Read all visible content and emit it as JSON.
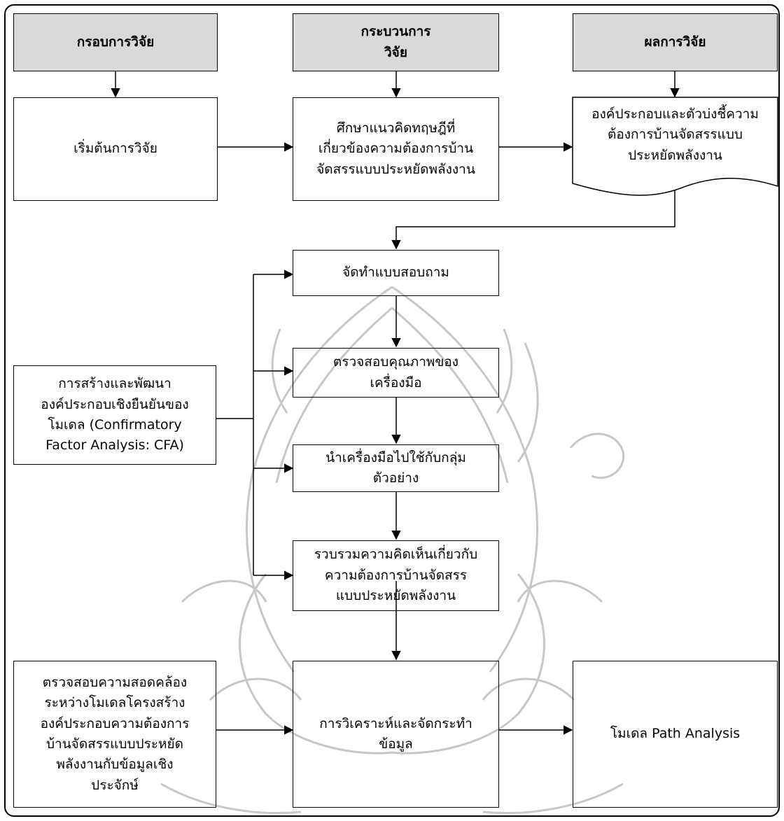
{
  "headers": {
    "framework": "กรอบการวิจัย",
    "process": "กระบวนการ\nวิจัย",
    "results": "ผลการวิจัย"
  },
  "boxes": {
    "start": "เริ่มต้นการวิจัย",
    "study": "ศึกษาแนวคิดทฤษฎีที่\nเกี่ยวข้องความต้องการบ้าน\nจัดสรรแบบประหยัดพลังงาน",
    "components": "องค์ประกอบและตัวบ่งชี้ความ\nต้องการบ้านจัดสรรแบบ\nประหยัดพลังงาน",
    "questionnaire": "จัดทำแบบสอบถาม",
    "quality": "ตรวจสอบคุณภาพของ\nเครื่องมือ",
    "apply": "นำเครื่องมือไปใช้กับกลุ่ม\nตัวอย่าง",
    "collect": "รวบรวมความคิดเห็นเกี่ยวกับ\nความต้องการบ้านจัดสรร\nแบบประหยัดพลังงาน",
    "cfa": "การสร้างและพัฒนา\nองค์ประกอบเชิงยืนยันของ\nโมเดล (Confirmatory\nFactor Analysis: CFA)",
    "consistency": "ตรวจสอบความสอดคล้อง\nระหว่างโมเดลโครงสร้าง\nองค์ประกอบความต้องการ\nบ้านจัดสรรแบบประหยัด\nพลังงานกับข้อมูลเชิง\nประจักษ์",
    "analysis": "การวิเคราะห์และจัดกระทำ\nข้อมูล",
    "path_model": "โมเดล Path Analysis"
  }
}
